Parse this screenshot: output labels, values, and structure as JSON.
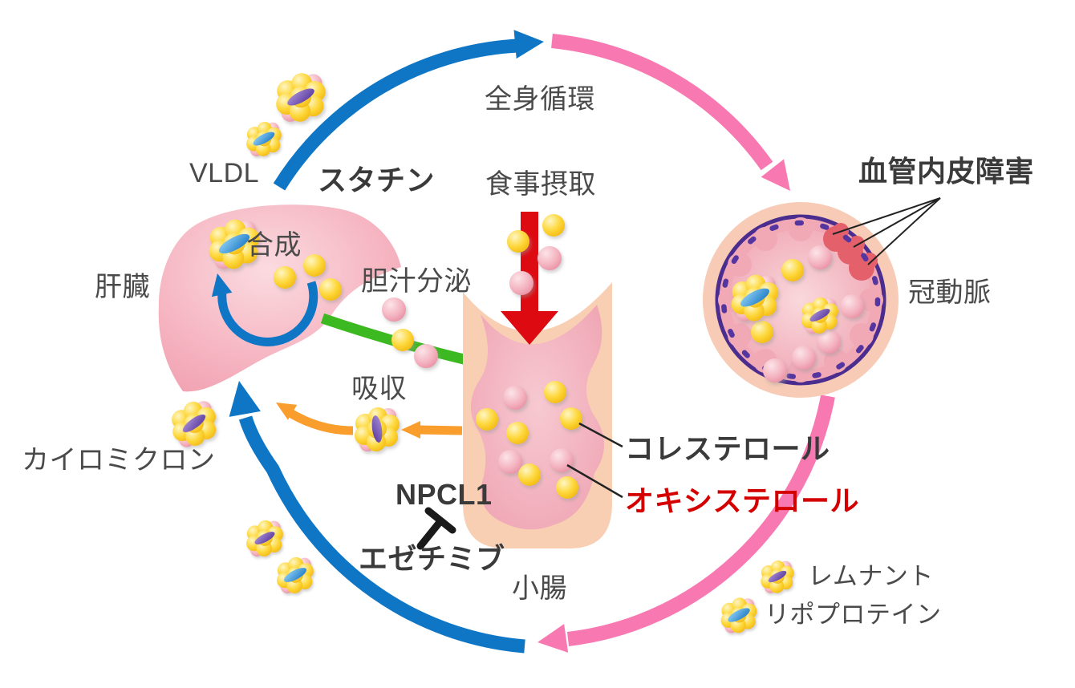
{
  "diagram": {
    "labels": {
      "vldl": "VLDL",
      "statin": "スタチン",
      "systemic_circulation": "全身循環",
      "dietary_intake": "食事摂取",
      "endothelial_damage": "血管内皮障害",
      "coronary_artery": "冠動脈",
      "liver": "肝臓",
      "synthesis": "合成",
      "bile_secretion": "胆汁分泌",
      "absorption": "吸収",
      "chylomicron": "カイロミクロン",
      "npcl1": "NPCL1",
      "ezetimibe": "エゼチミブ",
      "small_intestine": "小腸",
      "cholesterol": "コレステロール",
      "oxysterol": "オキシステロール"
    },
    "legend": [
      {
        "icon": "remnant-particle-icon",
        "label": "レムナント"
      },
      {
        "icon": "lipoprotein-particle-icon",
        "label": "リポプロテイン"
      }
    ],
    "colors": {
      "circulation_arrow_blue": "#0f76c6",
      "circulation_arrow_pink": "#f879b2",
      "dietary_arrow_red": "#dd0a12",
      "bile_arrow_green": "#3cb820",
      "absorption_arrow_orange": "#f99d2d",
      "label_text_gray": "#4a4a4a",
      "oxysterol_text_red": "#d40000",
      "cholesterol_ball_yellow": "#fdd73a",
      "oxysterol_ball_pink": "#f4b3c0",
      "organ_pink": "#f5b2bf",
      "intestine_wall_peach": "#f8cfb3",
      "vessel_outer_peach": "#f7cbb5",
      "endothelium_purple": "#4b2d8f",
      "damage_patch_red": "#e4606b"
    }
  }
}
